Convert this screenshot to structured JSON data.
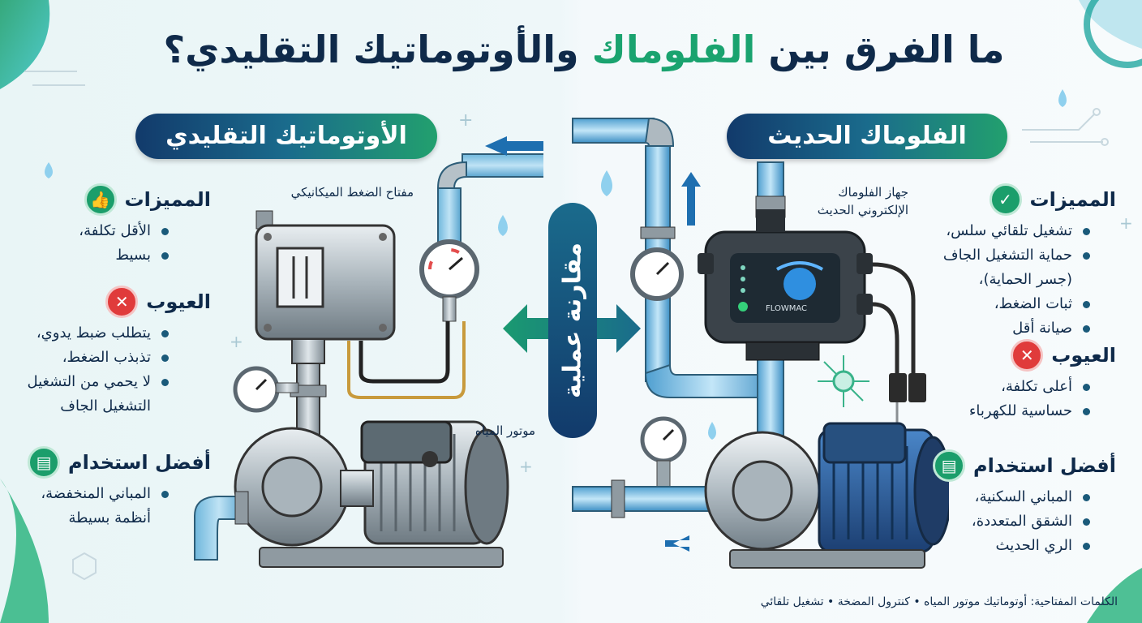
{
  "title": {
    "part1": "ما الفرق بين ",
    "highlight": "الفلوماك",
    "part2": " والأوتوماتيك التقليدي؟"
  },
  "left_panel": {
    "heading": "الأوتوماتيك التقليدي",
    "pressure_switch_label": "مفتاح الضغط الميكانيكي",
    "motor_label": "موتور المياه",
    "advantages": {
      "title": "المميزات",
      "items": [
        "الأقل تكلفة،",
        "بسيط"
      ]
    },
    "disadvantages": {
      "title": "العيوب",
      "items": [
        "يتطلب ضبط يدوي،",
        "تذبذب الضغط،",
        "لا يحمي من التشغيل",
        "التشغيل الجاف"
      ]
    },
    "best_use": {
      "title": "أفضل استخدام",
      "items": [
        "المباني المنخفضة،",
        "أنظمة بسيطة"
      ]
    }
  },
  "right_panel": {
    "heading": "الفلوماك الحديث",
    "device_label_line1": "جهاز الفلوماك",
    "device_label_line2": "الإلكتروني الحديث",
    "device_brand": "FLOWMAC",
    "advantages": {
      "title": "المميزات",
      "items": [
        "تشغيل تلقائي سلس،",
        "حماية التشغيل الجاف",
        "(جسر الحماية)،",
        "ثبات الضغط،",
        "صيانة أقل"
      ]
    },
    "disadvantages": {
      "title": "العيوب",
      "items": [
        "أعلى تكلفة،",
        "حساسية للكهرباء"
      ]
    },
    "best_use": {
      "title": "أفضل استخدام",
      "items": [
        "المباني السكنية،",
        "الشقق المتعددة،",
        "الري الحديث"
      ]
    }
  },
  "center": {
    "label": "مقارنة عملية"
  },
  "footer": {
    "text": "الكلمات المفتاحية: أوتوماتيك موتور المياه • كنترول المضخة • تشغيل تلقائي"
  },
  "icons": {
    "left_advantages": "thumbs-up-icon",
    "left_disadvantages": "x-icon",
    "left_best_use": "document-icon",
    "right_advantages": "shield-check-icon",
    "right_disadvantages": "x-icon",
    "right_best_use": "document-icon"
  },
  "colors": {
    "navy": "#0f2a4a",
    "green": "#1aa36f",
    "red": "#e03b3b",
    "water": "#7cc3ea"
  }
}
